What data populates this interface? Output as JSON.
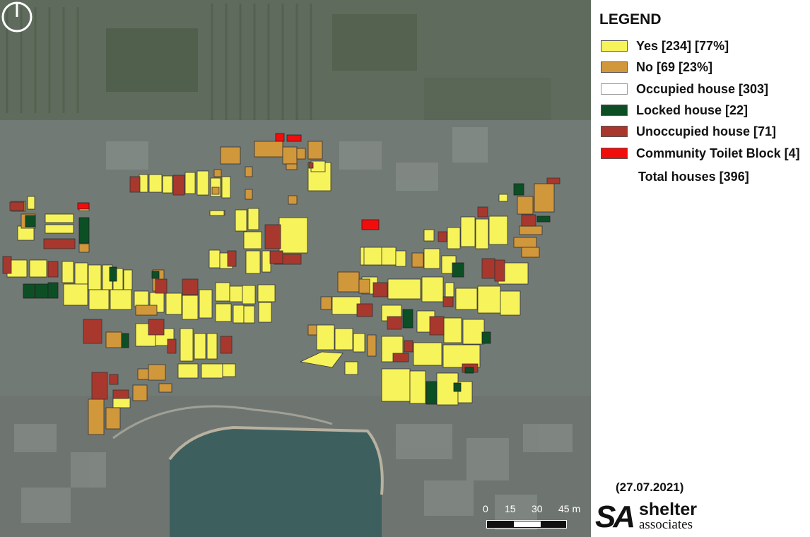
{
  "legend": {
    "title": "LEGEND",
    "items": [
      {
        "label": "Yes [234] [77%]",
        "color": "#f7f35a"
      },
      {
        "label": "No [69 [23%]",
        "color": "#d1973b"
      },
      {
        "label": "Occupied house [303]",
        "color": "#ffffff"
      },
      {
        "label": "Locked house [22]",
        "color": "#0c4f24"
      },
      {
        "label": "Unoccupied house [71]",
        "color": "#a8382d"
      },
      {
        "label": "Community Toilet Block [4]",
        "color": "#f20d0d"
      }
    ],
    "total": "Total houses [396]"
  },
  "map": {
    "date": "(27.07.2021)",
    "scale_labels": [
      "0",
      "15",
      "30",
      "45 m"
    ],
    "north_arrow": "north-arrow-icon"
  },
  "logo": {
    "mark": "SA",
    "line1": "shelter",
    "line2": "associates"
  }
}
